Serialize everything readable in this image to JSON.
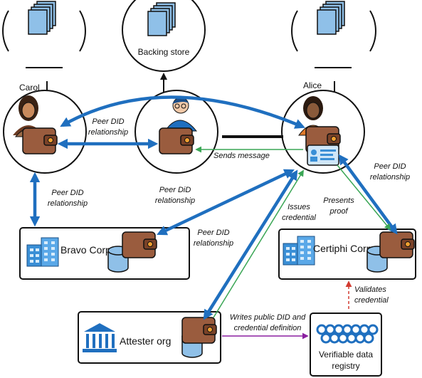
{
  "nodes": {
    "backing_store": "Backing store",
    "carol": "Carol",
    "alice": "Alice",
    "bravo_corp": "Bravo Corp",
    "certiphi_corp": "Certiphi Corp",
    "attester_org": "Attester org",
    "registry_line1": "Verifiable data",
    "registry_line2": "registry"
  },
  "edges": {
    "carol_bob_l1": "Peer DID",
    "carol_bob_l2": "relationship",
    "carol_bravo_l1": "Peer DID",
    "carol_bravo_l2": "relationship",
    "bob_bravo_l1": "Peer DiD",
    "bob_bravo_l2": "relationship",
    "alice_attester_l1": "Peer DID",
    "alice_attester_l2": "relationship",
    "alice_certiphi_l1": "Peer DID",
    "alice_certiphi_l2": "relationship",
    "sends_message": "Sends message",
    "issues_l1": "Issues",
    "issues_l2": "credential",
    "presents_l1": "Presents",
    "presents_l2": "proof",
    "writes_l1": "Writes public DID and",
    "writes_l2": "credential definition",
    "validates_l1": "Validates",
    "validates_l2": "credential"
  },
  "colors": {
    "peer_arrow": "#1f6fbf",
    "message_arrow": "#3aa655",
    "writes_arrow": "#8a1fa0",
    "validates_arrow": "#d23b30",
    "wallet": "#9a5c3e",
    "wallet_clasp": "#f0a030",
    "storage": "#8fc0e8",
    "building": "#3a8fd6",
    "registry_ring": "#1f6fbf"
  },
  "icons": [
    "document-stack-icon",
    "person-icon",
    "wallet-icon",
    "database-icon",
    "building-icon",
    "bank-icon",
    "chain-icon",
    "id-card-icon"
  ]
}
